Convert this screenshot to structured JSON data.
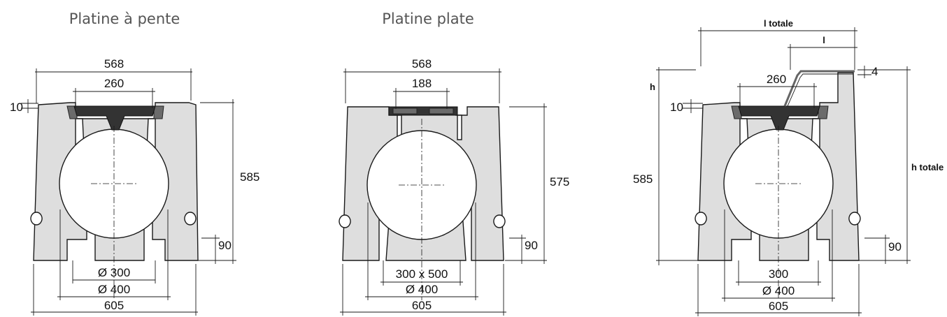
{
  "titles": {
    "left": "Platine à pente",
    "middle": "Platine plate"
  },
  "left": {
    "width_top": "568",
    "grate": "260",
    "offset": "10",
    "height": "585",
    "base": "90",
    "inner": "Ø 300",
    "outer": "Ø 400",
    "width_bottom": "605"
  },
  "middle": {
    "width_top": "568",
    "grate": "188",
    "height": "575",
    "base": "90",
    "inner": "300 x 500",
    "outer": "Ø 400",
    "width_bottom": "605"
  },
  "right": {
    "l_total": "l totale",
    "l": "l",
    "thickness": "4",
    "h": "h",
    "grate": "260",
    "offset": "10",
    "height": "585",
    "h_total": "h totale",
    "base": "90",
    "inner": "300",
    "outer": "Ø 400",
    "width_bottom": "605"
  },
  "colors": {
    "concrete": "#dedede",
    "grate": "#333333",
    "title": "#555555"
  }
}
